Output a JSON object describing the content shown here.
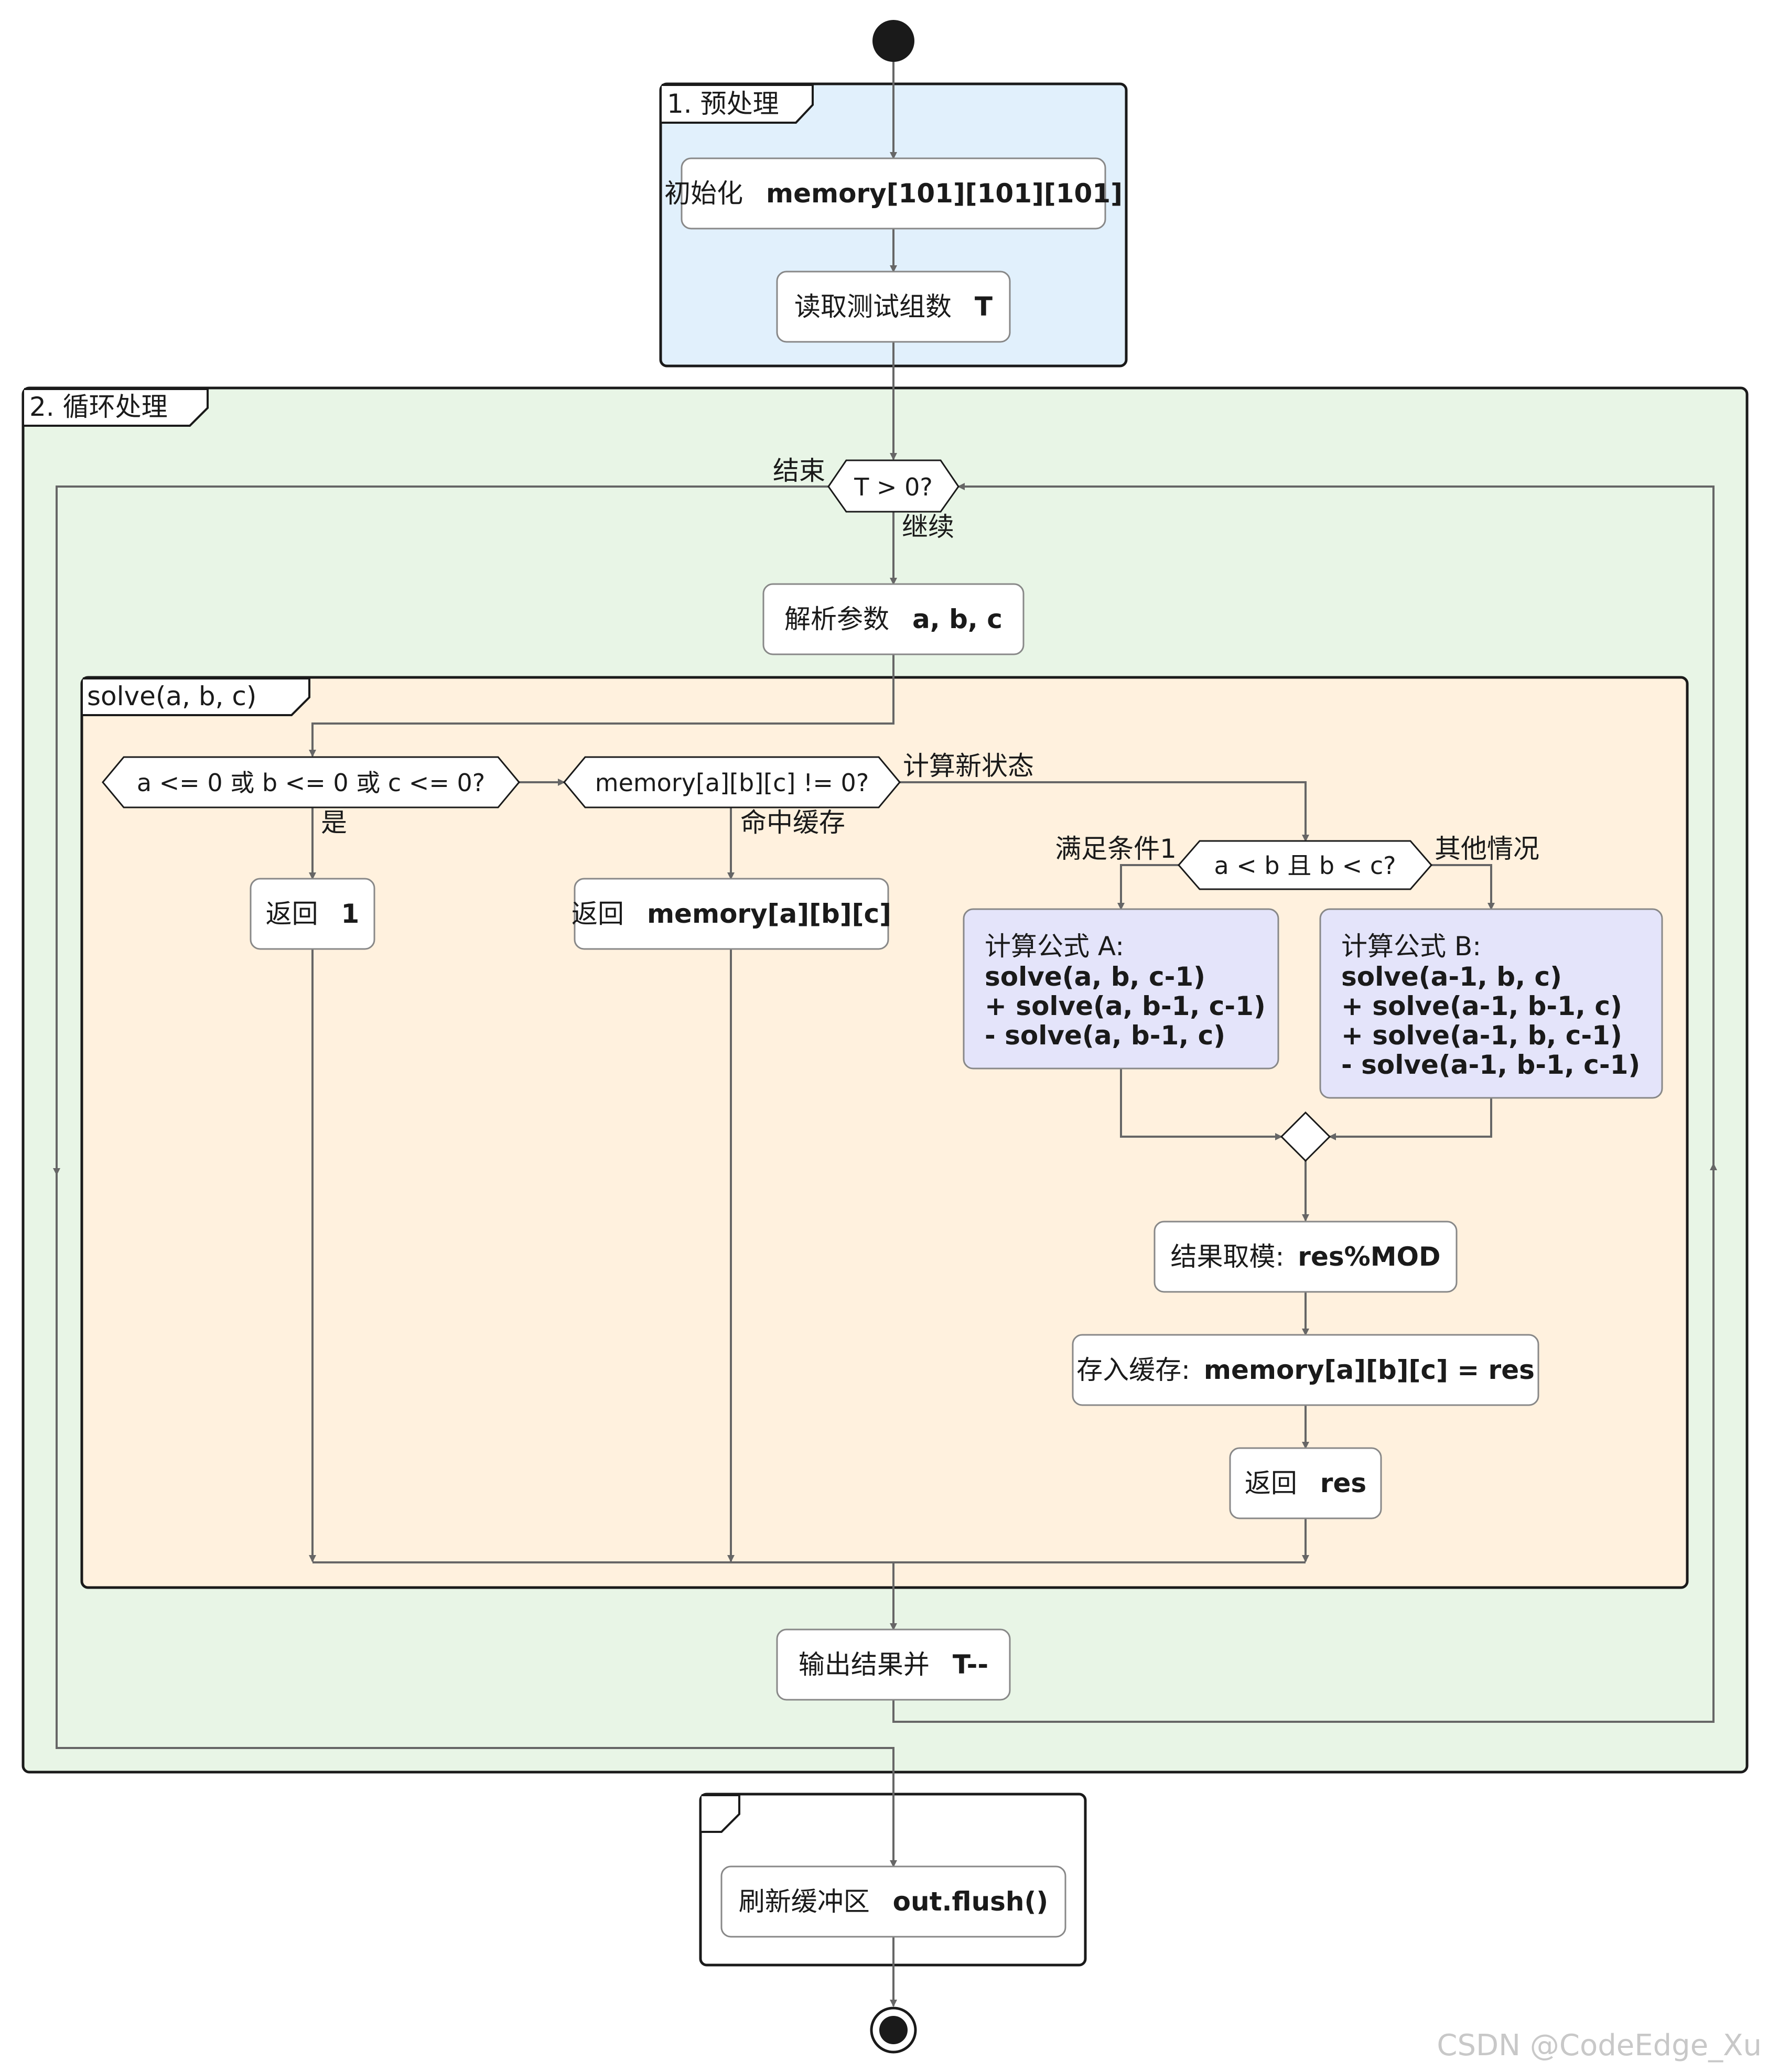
{
  "colors": {
    "preprocess_bg": "#e1f0fc",
    "loop_bg": "#e8f5e6",
    "solve_bg": "#fff1de",
    "formula_bg": "#e4e4fa",
    "frame_stroke": "#1a1a1a",
    "line": "#666666"
  },
  "partitions": {
    "preprocess": "1. 预处理",
    "loop": "2. 循环处理",
    "solve": "solve(a, b, c)",
    "final": ""
  },
  "nodes": {
    "init": {
      "prefix": "初始化",
      "value": "memory[101][101][101]"
    },
    "read_t": {
      "prefix": "读取测试组数",
      "value": "T"
    },
    "parse": {
      "prefix": "解析参数",
      "value": "a, b, c"
    },
    "return_one": {
      "prefix": "返回",
      "value": "1"
    },
    "return_memo": {
      "prefix": "返回",
      "value": "memory[a][b][c]"
    },
    "formula_a": {
      "title": "计算公式 A:",
      "lines": [
        "solve(a, b, c-1)",
        "+ solve(a, b-1, c-1)",
        "- solve(a, b-1, c)"
      ]
    },
    "formula_b": {
      "title": "计算公式 B:",
      "lines": [
        "solve(a-1, b, c)",
        "+ solve(a-1, b-1, c)",
        "+ solve(a-1, b, c-1)",
        "- solve(a-1, b-1, c-1)"
      ]
    },
    "mod": {
      "prefix": "结果取模:",
      "value": "res%MOD"
    },
    "store": {
      "prefix": "存入缓存:",
      "value": "memory[a][b][c] = res"
    },
    "return_res": {
      "prefix": "返回",
      "value": "res"
    },
    "output": {
      "prefix": "输出结果并",
      "value": "T--"
    },
    "flush": {
      "prefix": "刷新缓冲区",
      "value": "out.flush()"
    }
  },
  "decisions": {
    "loop_cond": "T > 0?",
    "base_case": "a <= 0 或 b <= 0 或 c <= 0?",
    "memo_check": "memory[a][b][c] != 0?",
    "order_check": "a < b 且 b < c?"
  },
  "edge_labels": {
    "loop_end": "结束",
    "loop_continue": "继续",
    "base_yes": "是",
    "memo_hit": "命中缓存",
    "compute_new": "计算新状态",
    "cond_one": "满足条件1",
    "other_case": "其他情况"
  },
  "watermark": "CSDN @CodeEdge_Xu"
}
